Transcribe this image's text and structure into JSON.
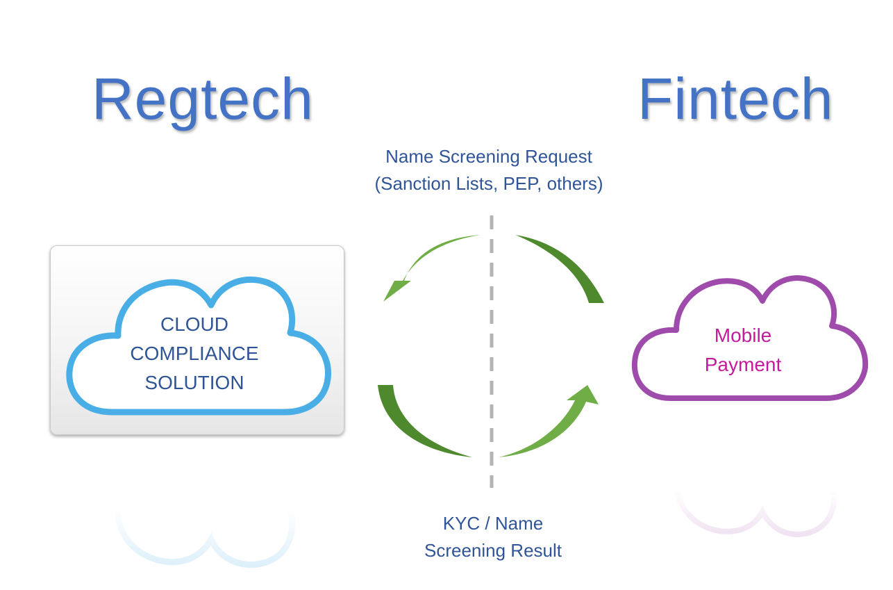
{
  "diagram": {
    "left_heading": "Regtech",
    "right_heading": "Fintech",
    "request_caption": {
      "line1": "Name Screening Request",
      "line2": "(Sanction Lists, PEP, others)"
    },
    "result_caption": {
      "line1": "KYC / Name",
      "line2": "Screening Result"
    },
    "left_cloud": {
      "line1": "CLOUD",
      "line2": "COMPLIANCE",
      "line3": "SOLUTION"
    },
    "right_cloud": {
      "line1": "Mobile",
      "line2": "Payment"
    }
  },
  "colors": {
    "heading": "#4472c4",
    "caption": "#2f5597",
    "left_cloud_stroke": "#4aaee6",
    "left_cloud_text": "#2f5597",
    "right_cloud_stroke": "#9e4bab",
    "right_cloud_text": "#c41a9c",
    "arrow_light": "#70ad47",
    "arrow_dark": "#4e8a2d",
    "divider": "#b4b4b4"
  }
}
